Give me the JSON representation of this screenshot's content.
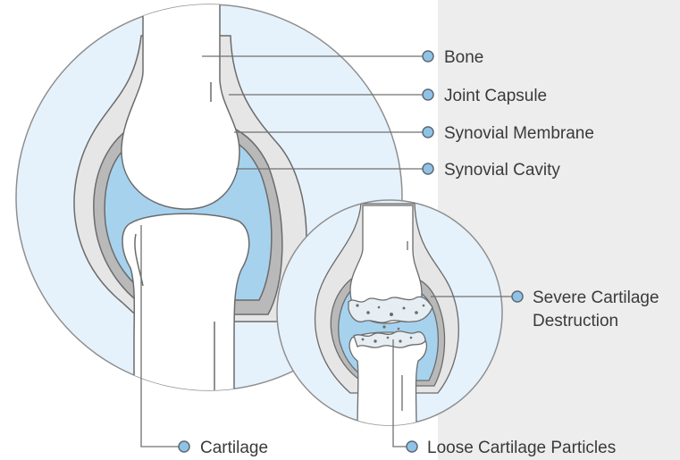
{
  "labels": {
    "bone": "Bone",
    "joint_capsule": "Joint Capsule",
    "synovial_membrane": "Synovial Membrane",
    "synovial_cavity": "Synovial Cavity",
    "severe_line1": "Severe Cartilage",
    "severe_line2": "Destruction",
    "cartilage": "Cartilage",
    "loose_particles": "Loose Cartilage Particles"
  },
  "colors": {
    "panel": "#ededed",
    "circle_fill": "#e6f2fb",
    "circle_stroke": "#8f8f8f",
    "capsule": "#e6e6e6",
    "membrane": "#b9b9b9",
    "cavity": "#a6d2ee",
    "bone": "#ffffff",
    "outline": "#6b6b6b",
    "leader": "#707070",
    "dot": "#8fc3e6",
    "dot_stroke": "#5e6a75"
  }
}
